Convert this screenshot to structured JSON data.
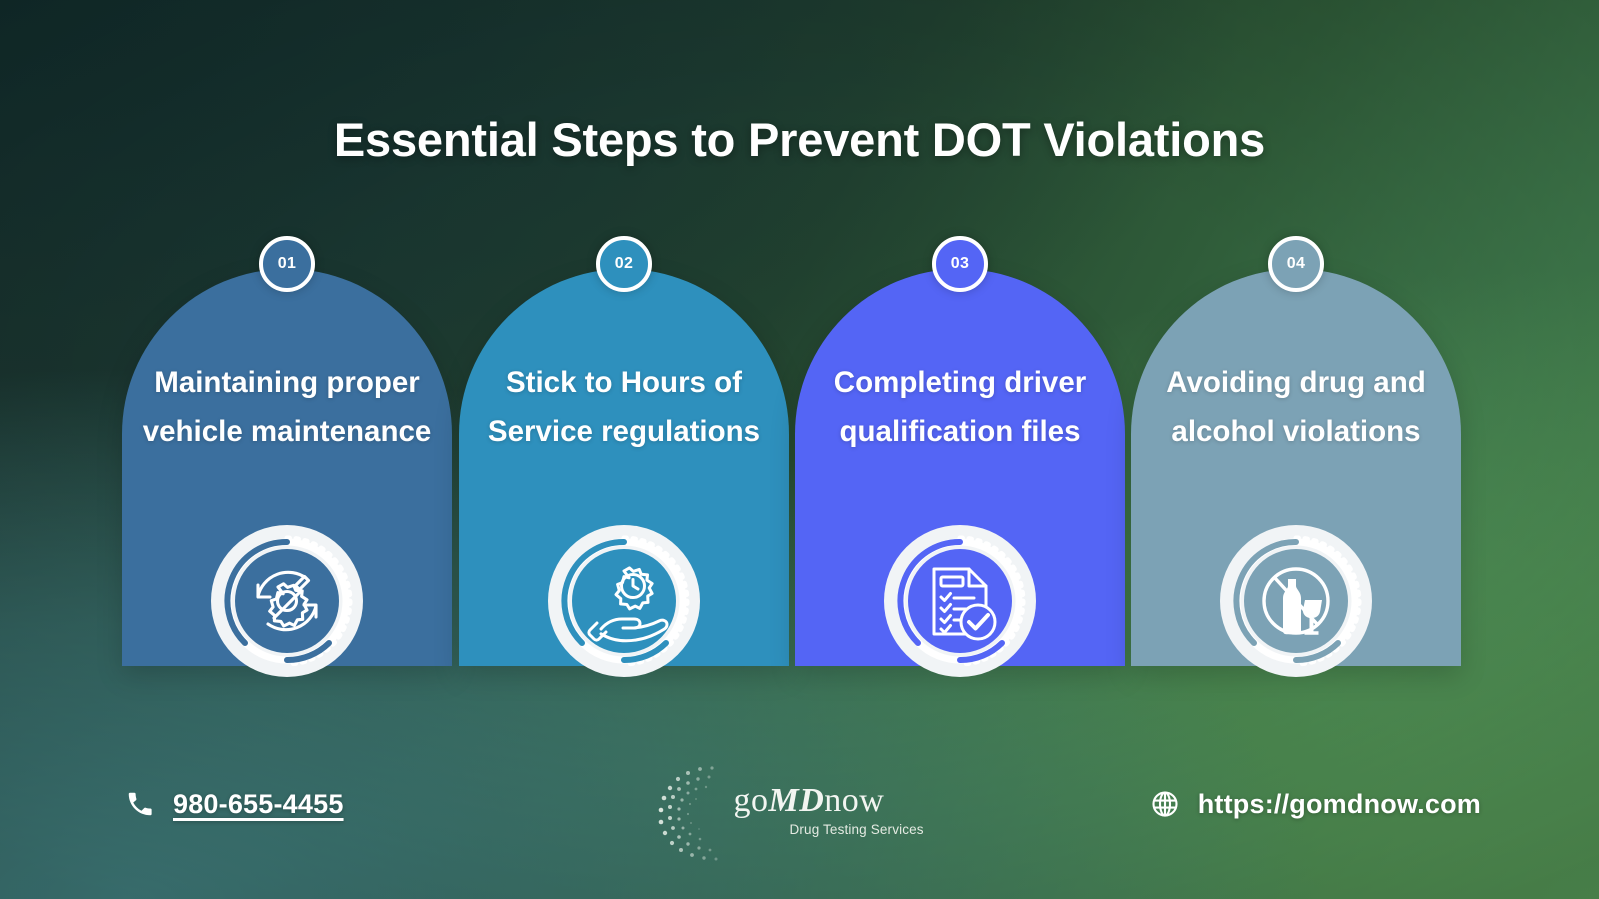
{
  "title": "Essential Steps to Prevent DOT Violations",
  "background": {
    "top_left_color": "#1c3430",
    "top_right_color": "#1e3a2a",
    "bottom_left_color": "#488c8c",
    "bottom_right_color": "#4e9158"
  },
  "steps": [
    {
      "number": "01",
      "text": "Maintaining proper vehicle maintenance",
      "color": "#3b6f9e",
      "icon": "gear-wrench-icon",
      "icon_accent": "#3b6f9e"
    },
    {
      "number": "02",
      "text": "Stick to Hours of Service regulations",
      "color": "#2e90bd",
      "icon": "hand-gear-clock-icon",
      "icon_accent": "#2e90bd"
    },
    {
      "number": "03",
      "text": "Completing driver qualification files",
      "color": "#5465f5",
      "icon": "checklist-approved-icon",
      "icon_accent": "#5465f5"
    },
    {
      "number": "04",
      "text": "Avoiding drug and alcohol violations",
      "color": "#7ca2b5",
      "icon": "no-alcohol-icon",
      "icon_accent": "#7ca2b5"
    }
  ],
  "footer": {
    "phone": {
      "icon": "phone-icon",
      "value": "980-655-4455"
    },
    "website": {
      "icon": "globe-icon",
      "value": "https://gomdnow.com"
    },
    "logo": {
      "word_prefix": "go",
      "word_accent": "MD",
      "word_suffix": "now",
      "tagline": "Drug Testing Services"
    }
  }
}
